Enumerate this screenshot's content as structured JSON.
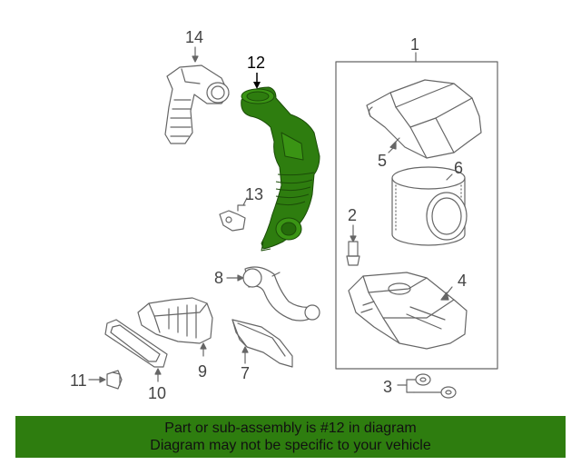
{
  "callouts": {
    "c1": "1",
    "c2": "2",
    "c3": "3",
    "c4": "4",
    "c5": "5",
    "c6": "6",
    "c7": "7",
    "c8": "8",
    "c9": "9",
    "c10": "10",
    "c11": "11",
    "c12": "12",
    "c13": "13",
    "c14": "14"
  },
  "banner": {
    "line1": "Part or sub-assembly is #12 in diagram",
    "line2": "Diagram may not be specific to your vehicle"
  },
  "colors": {
    "highlight_part": "#2e7d0f",
    "line_art": "#666666",
    "banner_bg": "#2e7d0f"
  }
}
